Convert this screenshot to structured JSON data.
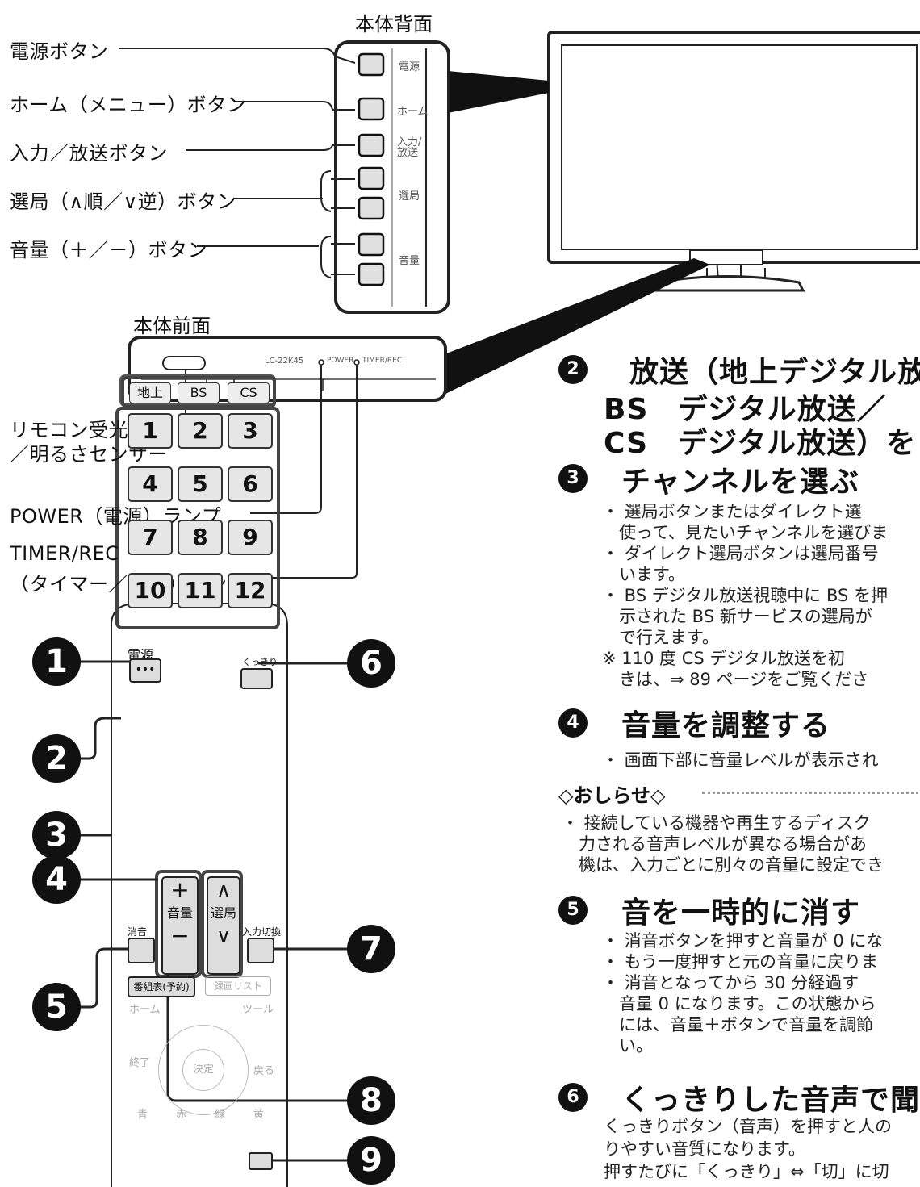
{
  "rear": {
    "title": "本体背面",
    "labels": [
      "電源ボタン",
      "ホーム（メニュー）ボタン",
      "入力／放送ボタン",
      "選局（∧順／∨逆）ボタン",
      "音量（＋／－）ボタン"
    ],
    "side_text": [
      "電源",
      "ホーム",
      "入力/放送",
      "選局",
      "音量"
    ]
  },
  "front": {
    "title": "本体前面",
    "model": "LC-22K45",
    "power_lamp": "POWER",
    "timer_lamp": "TIMER/REC",
    "labels": {
      "sensor": "リモコン受光部\n／明るさセンサー",
      "power": "POWER（電源）ランプ",
      "timer1": "TIMER/REC",
      "timer2": "（タイマー／録画）ランプ"
    }
  },
  "remote": {
    "power": "電源",
    "kukkiri": "くっきり",
    "broadcast": [
      "地上",
      "BS",
      "CS"
    ],
    "keys": [
      "1",
      "2",
      "3",
      "4",
      "5",
      "6",
      "7",
      "8",
      "9",
      "10",
      "11",
      "12"
    ],
    "vol": "音量",
    "ch": "選局",
    "mute": "消音",
    "input": "入力切換",
    "epg": "番組表(予約)",
    "rec_list": "録画リスト",
    "home": "ホーム",
    "tool": "ツール",
    "enter": "決定",
    "end": "終了",
    "back": "戻る",
    "colors": [
      "青",
      "赤",
      "緑",
      "黄"
    ],
    "callouts": [
      "1",
      "2",
      "3",
      "4",
      "5",
      "6",
      "7",
      "8",
      "9"
    ]
  },
  "content": {
    "s2_num": "2",
    "s2_lines": [
      "放送（地上デジタル放",
      "BS　デジタル放送／",
      "CS　デジタル放送）を"
    ],
    "s3_num": "3",
    "s3_title": "チャンネルを選ぶ",
    "s3_lines": [
      "・ 選局ボタンまたはダイレクト選",
      "　使って、見たいチャンネルを選びま",
      "・ ダイレクト選局ボタンは選局番号",
      "　います。",
      "・ BS デジタル放送視聴中に BS を押",
      "　示された BS 新サービスの選局が",
      "　で行えます。",
      "※ 110 度 CS デジタル放送を初",
      "　きは、⇒ 89 ページをご覧くださ"
    ],
    "s4_num": "4",
    "s4_title": "音量を調整する",
    "s4_lines": [
      "・ 画面下部に音量レベルが表示され"
    ],
    "notice": "◇おしらせ◇",
    "notice_lines": [
      "・ 接続している機器や再生するディスク",
      "　力される音声レベルが異なる場合があ",
      "　機は、入力ごとに別々の音量に設定でき"
    ],
    "s5_num": "5",
    "s5_title": "音を一時的に消す",
    "s5_lines": [
      "・ 消音ボタンを押すと音量が 0 にな",
      "・ もう一度押すと元の音量に戻りま",
      "・ 消音となってから 30 分経過す",
      "　音量 0 になります。この状態から",
      "　には、音量＋ボタンで音量を調節",
      "　い。"
    ],
    "s6_num": "6",
    "s6_title": "くっきりした音声で聞",
    "s6_lines": [
      "くっきりボタン（音声）を押すと人の",
      "りやすい音質になります。",
      "押すたびに「くっきり」⇔「切」に切"
    ]
  }
}
